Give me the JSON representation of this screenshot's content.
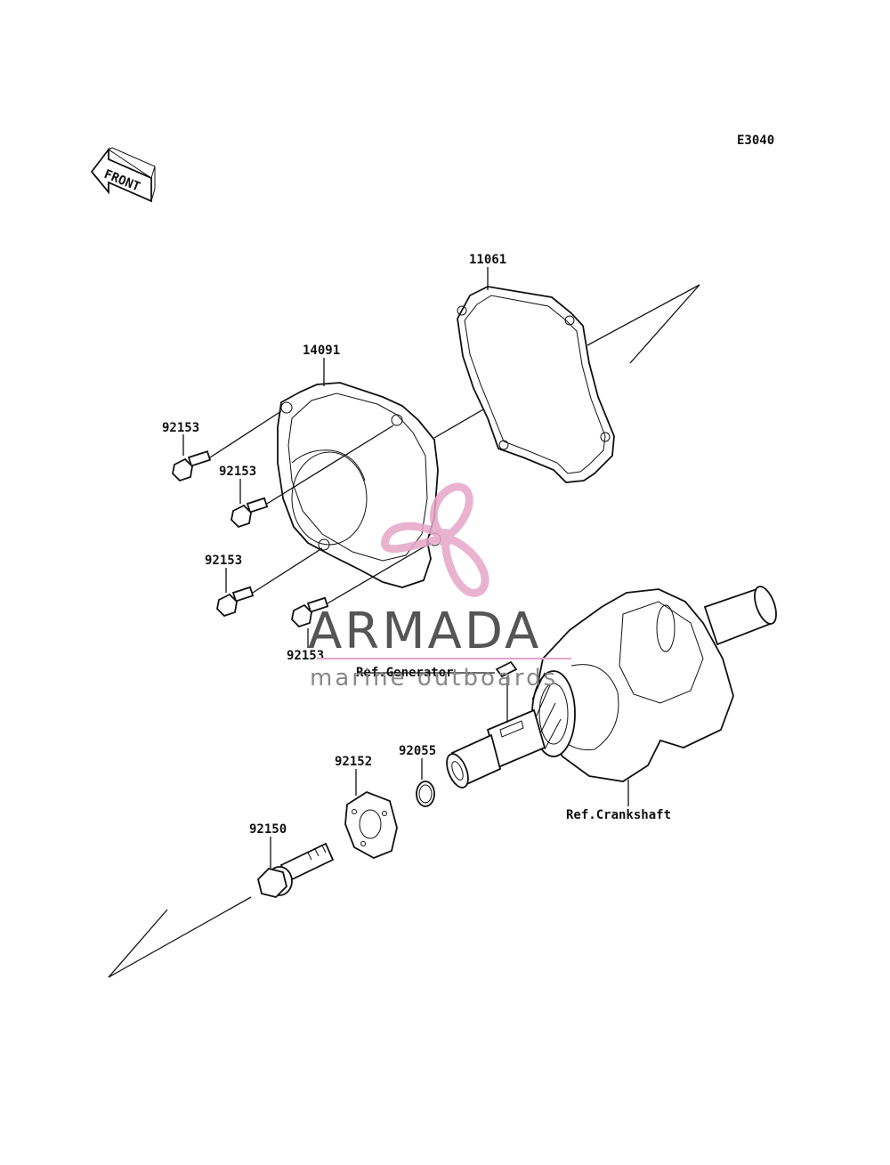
{
  "diagram_code": "E3040",
  "front_label": "FRONT",
  "parts": {
    "gasket": "11061",
    "cover": "14091",
    "bolt_a": "92153",
    "bolt_b": "92153",
    "bolt_c": "92153",
    "bolt_d": "92153",
    "washer": "92152",
    "oring": "92055",
    "flange_bolt": "92150"
  },
  "refs": {
    "generator": "Ref.Generator",
    "crankshaft": "Ref.Crankshaft"
  },
  "watermark": {
    "brand": "ARMADA",
    "tagline": "marine outboards"
  },
  "colors": {
    "watermark_pink": "#e6a6c8",
    "line": "#111111"
  }
}
